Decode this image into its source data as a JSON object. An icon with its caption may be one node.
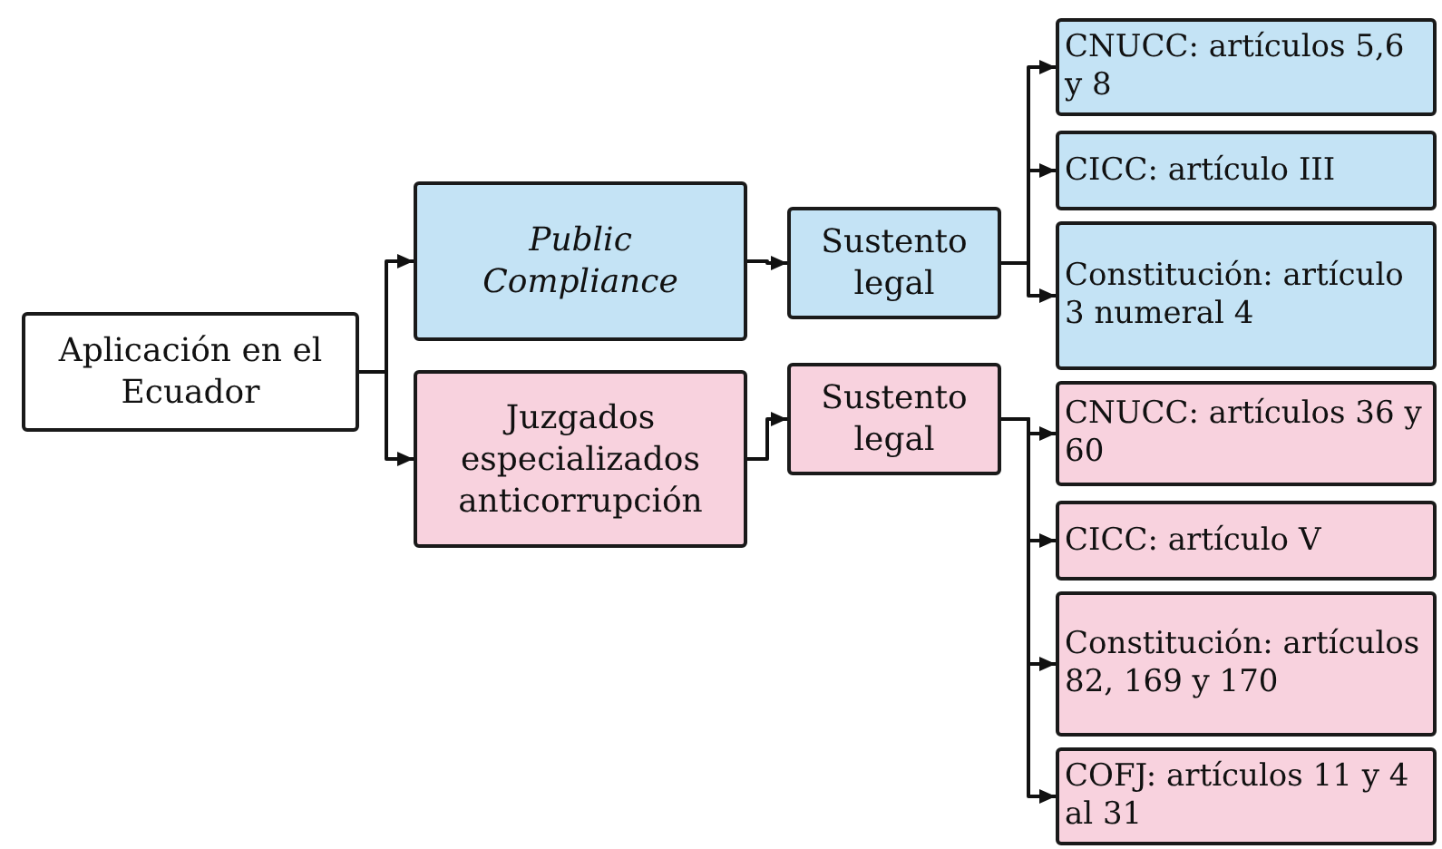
{
  "diagram": {
    "nodes": [
      {
        "text": [
          "Aplicación en el Ecuador"
        ]
      },
      {
        "text": [
          "Public Compliance"
        ]
      },
      {
        "text": [
          "Juzgados especializados anticorrupción"
        ]
      },
      {
        "text": [
          "Sustento legal"
        ]
      },
      {
        "text": [
          "Sustento legal"
        ]
      },
      {
        "text": [
          "CNUCC: artículos 5,6 y 8"
        ]
      },
      {
        "text": [
          "CICC: artículo III"
        ]
      },
      {
        "text": [
          "Constitución: artículo 3 numeral 4"
        ]
      },
      {
        "text": [
          "CNUCC: artículos 36 y 60"
        ]
      },
      {
        "text": [
          "CICC: artículo V"
        ]
      },
      {
        "text": [
          "Constitución: artículos 82, 169 y 170"
        ]
      },
      {
        "text": [
          "COFJ: artículos 11 y 4 al 31"
        ]
      }
    ],
    "edges": [
      {
        "from": 0,
        "to": 1,
        "arrow": "to"
      },
      {
        "from": 0,
        "to": 2,
        "arrow": "to"
      },
      {
        "from": 1,
        "to": 3,
        "arrow": "to"
      },
      {
        "from": 2,
        "to": 4,
        "arrow": "to"
      },
      {
        "from": 3,
        "to": 5,
        "arrow": "to"
      },
      {
        "from": 3,
        "to": 6,
        "arrow": "to"
      },
      {
        "from": 3,
        "to": 7,
        "arrow": "to"
      },
      {
        "from": 4,
        "to": 8,
        "arrow": "to"
      },
      {
        "from": 4,
        "to": 9,
        "arrow": "to"
      },
      {
        "from": 4,
        "to": 10,
        "arrow": "to"
      },
      {
        "from": 4,
        "to": 11,
        "arrow": "to"
      }
    ]
  }
}
